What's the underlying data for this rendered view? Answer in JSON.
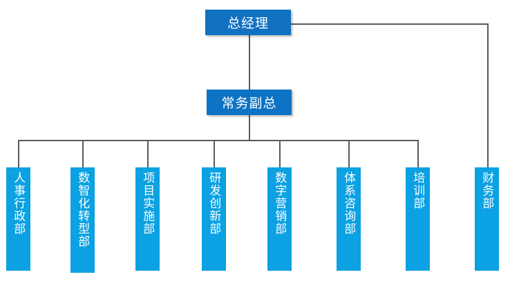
{
  "chart_data": {
    "type": "diagram",
    "diagram_type": "organization-chart",
    "title": "",
    "orientation": "top-down",
    "nodes": [
      {
        "id": "gm",
        "label": "总经理",
        "level": 0,
        "color": "#1071C1",
        "text_color": "#FFFFFF",
        "orientation": "horizontal"
      },
      {
        "id": "evp",
        "label": "常务副总",
        "level": 1,
        "color": "#0D73C4",
        "text_color": "#FFFFFF",
        "orientation": "horizontal"
      },
      {
        "id": "d1",
        "label": "人事行政部",
        "level": 2,
        "color": "#0BA1E2",
        "text_color": "#FFFFFF",
        "orientation": "vertical"
      },
      {
        "id": "d2",
        "label": "数智化转型部",
        "level": 2,
        "color": "#0BA1E2",
        "text_color": "#FFFFFF",
        "orientation": "vertical"
      },
      {
        "id": "d3",
        "label": "项目实施部",
        "level": 2,
        "color": "#0BA1E2",
        "text_color": "#FFFFFF",
        "orientation": "vertical"
      },
      {
        "id": "d4",
        "label": "研发创新部",
        "level": 2,
        "color": "#0BA1E2",
        "text_color": "#FFFFFF",
        "orientation": "vertical"
      },
      {
        "id": "d5",
        "label": "数字营销部",
        "level": 2,
        "color": "#0BA1E2",
        "text_color": "#FFFFFF",
        "orientation": "vertical"
      },
      {
        "id": "d6",
        "label": "体系咨询部",
        "level": 2,
        "color": "#0BA1E2",
        "text_color": "#FFFFFF",
        "orientation": "vertical"
      },
      {
        "id": "d7",
        "label": "培训部",
        "level": 2,
        "color": "#0BA1E2",
        "text_color": "#FFFFFF",
        "orientation": "vertical"
      },
      {
        "id": "d8",
        "label": "财务部",
        "level": 1,
        "color": "#0BA1E2",
        "text_color": "#FFFFFF",
        "orientation": "vertical"
      }
    ],
    "edges": [
      {
        "from": "gm",
        "to": "evp"
      },
      {
        "from": "gm",
        "to": "d8"
      },
      {
        "from": "evp",
        "to": "d1"
      },
      {
        "from": "evp",
        "to": "d2"
      },
      {
        "from": "evp",
        "to": "d3"
      },
      {
        "from": "evp",
        "to": "d4"
      },
      {
        "from": "evp",
        "to": "d5"
      },
      {
        "from": "evp",
        "to": "d6"
      },
      {
        "from": "evp",
        "to": "d7"
      }
    ],
    "line_color": "#595959",
    "background": "#FFFFFF"
  },
  "org": {
    "general_manager": {
      "label": "总经理"
    },
    "executive_vp": {
      "label": "常务副总"
    },
    "departments": [
      {
        "label": "人事行政部"
      },
      {
        "label": "数智化转型部"
      },
      {
        "label": "项目实施部"
      },
      {
        "label": "研发创新部"
      },
      {
        "label": "数字营销部"
      },
      {
        "label": "体系咨询部"
      },
      {
        "label": "培训部"
      }
    ],
    "finance": {
      "label": "财务部"
    }
  }
}
